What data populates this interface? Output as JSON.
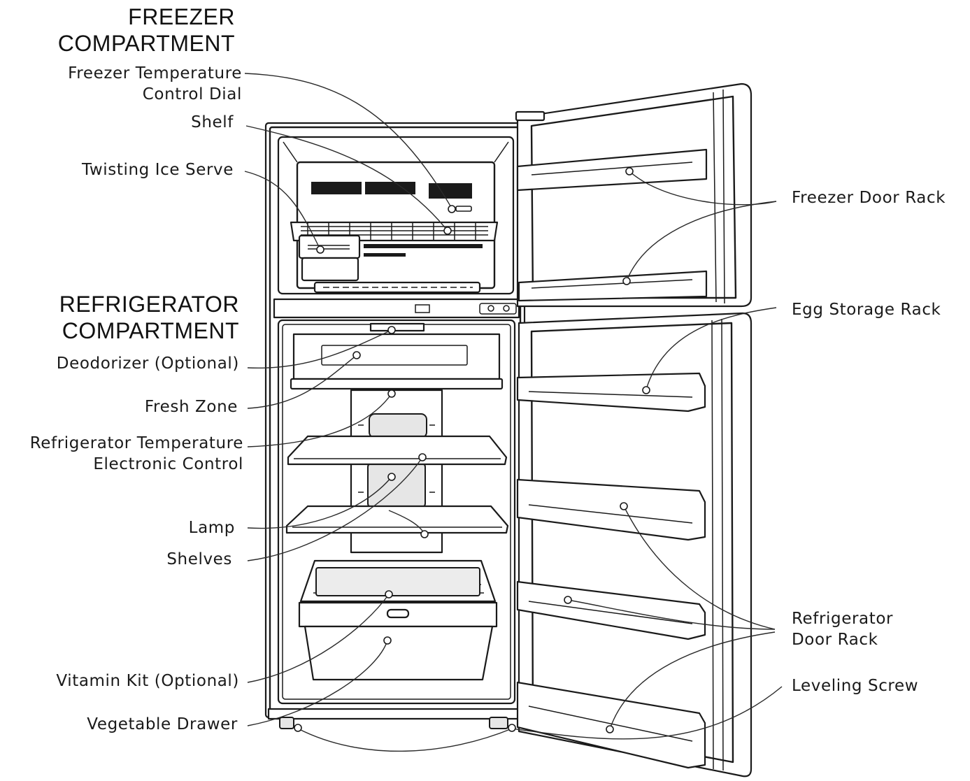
{
  "headings": {
    "freezer": [
      "FREEZER",
      "COMPARTMENT"
    ],
    "refrigerator": [
      "REFRIGERATOR",
      "COMPARTMENT"
    ]
  },
  "labels": {
    "freezer_dial": [
      "Freezer Temperature",
      "Control Dial"
    ],
    "shelf": "Shelf",
    "twisting_ice": "Twisting Ice Serve",
    "deodorizer": "Deodorizer (Optional)",
    "fresh_zone": "Fresh Zone",
    "fridge_control": [
      "Refrigerator Temperature",
      "Electronic Control"
    ],
    "lamp": "Lamp",
    "shelves": "Shelves",
    "vitamin_kit": "Vitamin Kit (Optional)",
    "vegetable_drawer": "Vegetable Drawer",
    "freezer_door_rack": "Freezer Door Rack",
    "egg_rack": "Egg Storage Rack",
    "fridge_door_rack": [
      "Refrigerator",
      "Door Rack"
    ],
    "leveling_screw": "Leveling Screw"
  }
}
